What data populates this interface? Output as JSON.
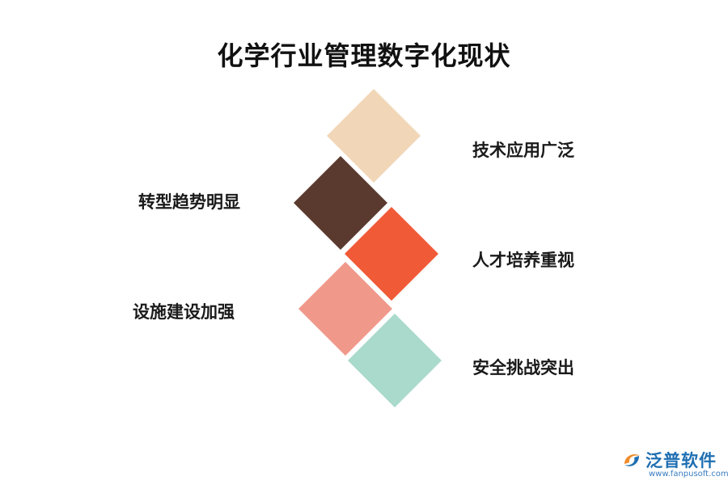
{
  "title": "化学行业管理数字化现状",
  "items": [
    {
      "label": "技术应用广泛",
      "color": "#f1d7b8"
    },
    {
      "label": "转型趋势明显",
      "color": "#5a3a2f"
    },
    {
      "label": "人才培养重视",
      "color": "#f15a37"
    },
    {
      "label": "设施建设加强",
      "color": "#f0998a"
    },
    {
      "label": "安全挑战突出",
      "color": "#a9dacb"
    }
  ],
  "logo": {
    "name": "泛普软件",
    "url": "www.fanpusoft.com"
  }
}
